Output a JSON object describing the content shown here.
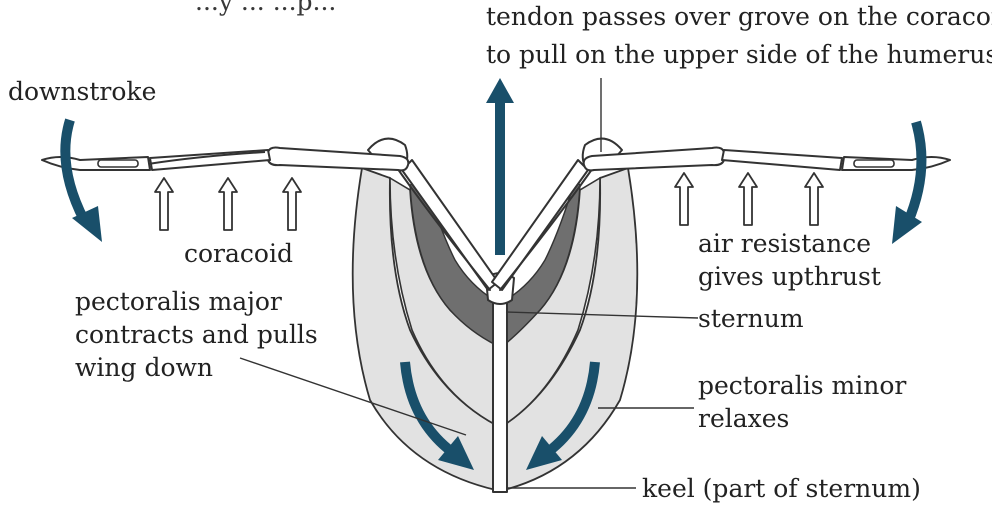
{
  "colors": {
    "muscle_light": "#e2e2e2",
    "muscle_dark": "#6f6f6f",
    "arrow": "#194f6a",
    "outline": "#333333",
    "text": "#222222"
  },
  "labels": {
    "top_partial": "...y ... ...p...",
    "tendon_line1": "tendon passes over grove on the coracoid",
    "tendon_line2": "to pull on the upper side of the humerus",
    "downstroke": "downstroke",
    "coracoid": "coracoid",
    "air_line1": "air resistance",
    "air_line2": "gives upthrust",
    "pmajor_line1": "pectoralis major",
    "pmajor_line2": "contracts and pulls",
    "pmajor_line3": "wing down",
    "sternum": "sternum",
    "pminor_line1": "pectoralis minor",
    "pminor_line2": "relaxes",
    "keel": "keel (part of sternum)"
  }
}
